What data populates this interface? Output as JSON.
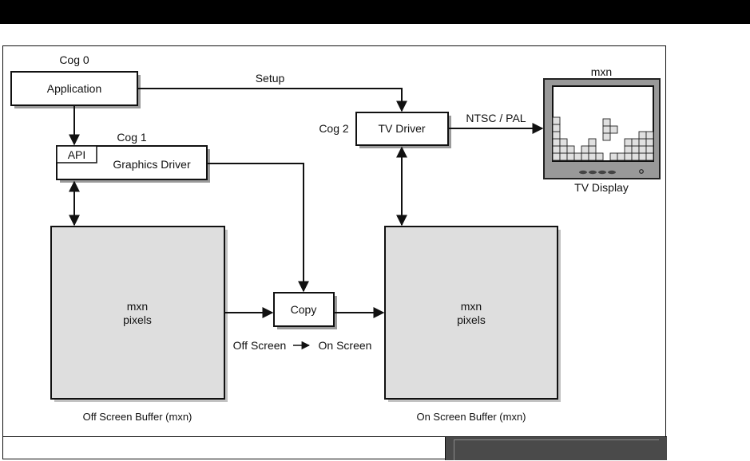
{
  "diagram": {
    "cogs": {
      "cog0": "Cog 0",
      "cog1": "Cog 1",
      "cog2": "Cog 2"
    },
    "boxes": {
      "application": "Application",
      "api": "API",
      "graphics_driver": "Graphics Driver",
      "tv_driver": "TV Driver",
      "copy": "Copy"
    },
    "buffers": {
      "off_screen": {
        "line1": "mxn",
        "line2": "pixels",
        "caption": "Off Screen Buffer (mxn)"
      },
      "on_screen": {
        "line1": "mxn",
        "line2": "pixels",
        "caption": "On Screen Buffer (mxn)"
      }
    },
    "edge_labels": {
      "setup": "Setup",
      "ntsc_pal": "NTSC / PAL",
      "copy_from": "Off Screen",
      "copy_to": "On Screen"
    },
    "tv": {
      "title": "mxn",
      "caption": "TV Display",
      "stack_heights": [
        6,
        3,
        2,
        1,
        2,
        3,
        1,
        0,
        1,
        1,
        3,
        3,
        4,
        4
      ],
      "falling_piece": [
        [
          7,
          0
        ],
        [
          7,
          1
        ],
        [
          7,
          2
        ],
        [
          8,
          1
        ]
      ]
    },
    "colors": {
      "buffer_fill": "#dedede",
      "tv_bezel": "#999999",
      "cell_fill": "#e0e0e0",
      "shadow": "#9a9a9a",
      "panel": "#4a4a4a"
    }
  }
}
